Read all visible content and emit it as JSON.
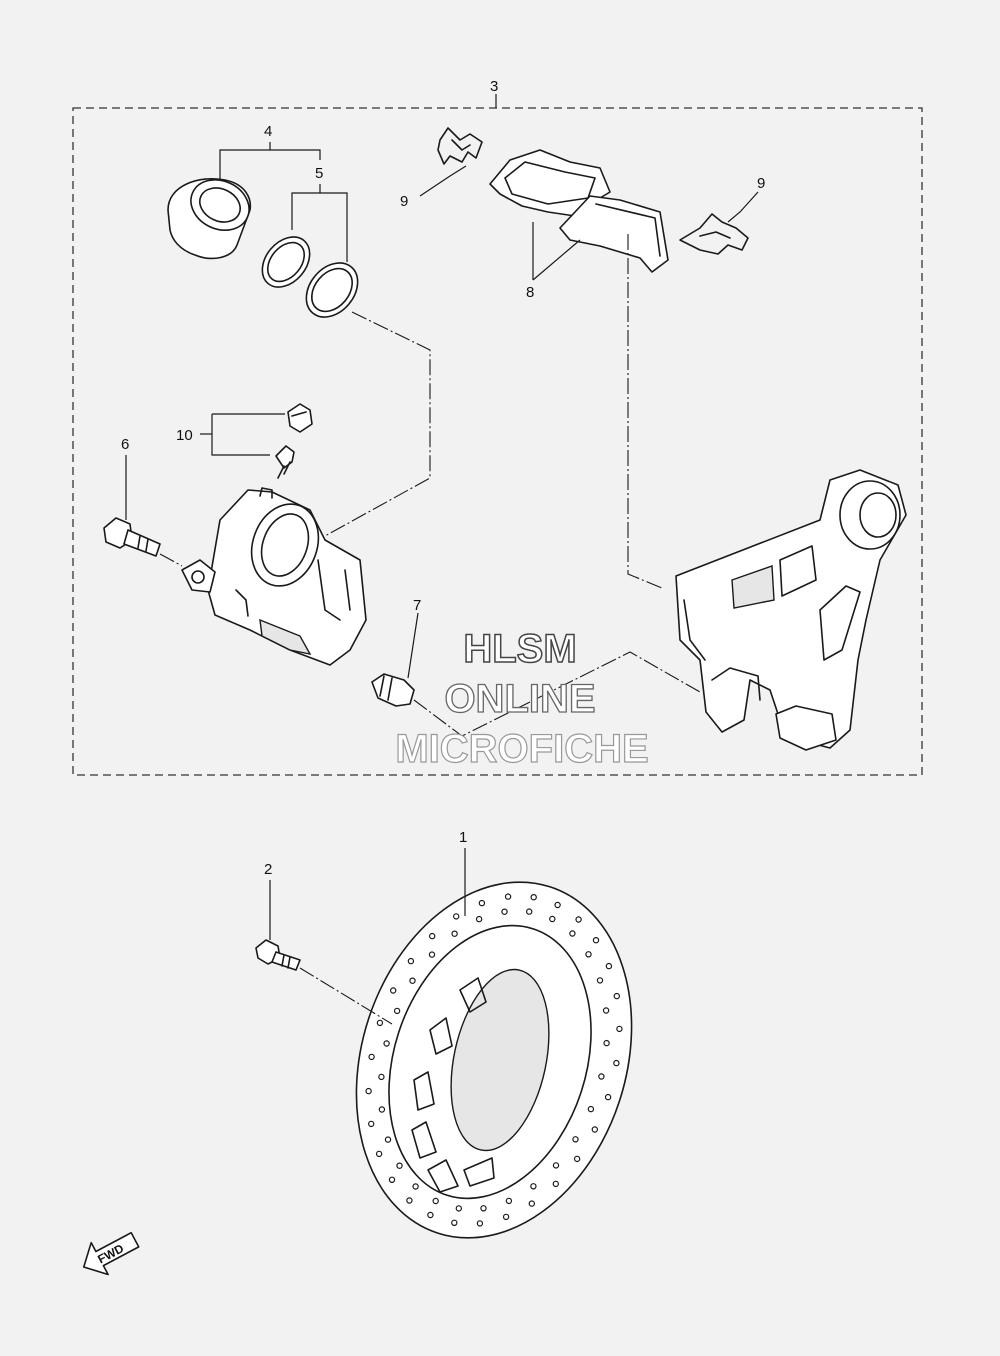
{
  "callouts": {
    "c1": "1",
    "c2": "2",
    "c3": "3",
    "c4": "4",
    "c5": "5",
    "c6": "6",
    "c7": "7",
    "c8": "8",
    "c9a": "9",
    "c9b": "9",
    "c10": "10"
  },
  "watermark": {
    "line1": "HLSM",
    "line2": "ONLINE",
    "line3": "MICROFICHE"
  },
  "fwd_label": "FWD",
  "colors": {
    "background": "#f2f2f2",
    "line": "#1a1a1a",
    "watermark_fill": "#ffffff",
    "watermark_stroke": "#444444"
  }
}
